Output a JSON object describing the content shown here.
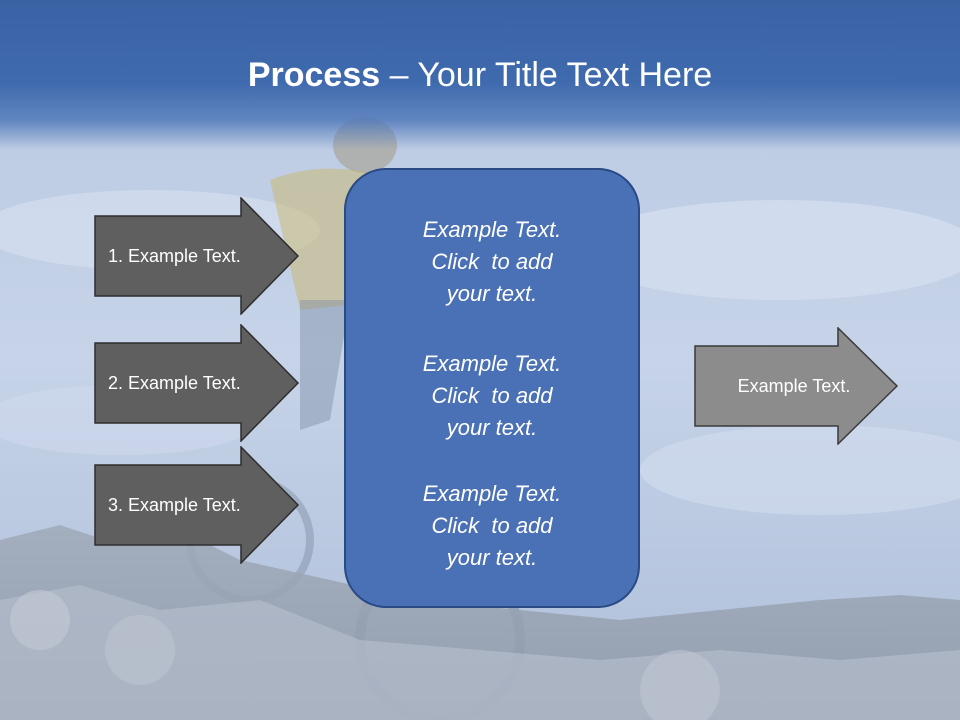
{
  "title": {
    "bold": "Process",
    "rest": " – Your Title Text Here"
  },
  "left_arrows": [
    {
      "label": "1. Example Text."
    },
    {
      "label": "2. Example Text."
    },
    {
      "label": "3. Example Text."
    }
  ],
  "center_blocks": [
    {
      "line1": "Example Text.",
      "line2": "Click  to add",
      "line3": "your text."
    },
    {
      "line1": "Example Text.",
      "line2": "Click  to add",
      "line3": "your text."
    },
    {
      "line1": "Example Text.",
      "line2": "Click  to add",
      "line3": "your text."
    }
  ],
  "right_arrow": {
    "label": "Example Text."
  },
  "colors": {
    "title_band": "#3f6aae",
    "dark_arrow": "#5f5f5f",
    "light_arrow": "#8c8c8c",
    "center_box": "#4a70b6"
  }
}
